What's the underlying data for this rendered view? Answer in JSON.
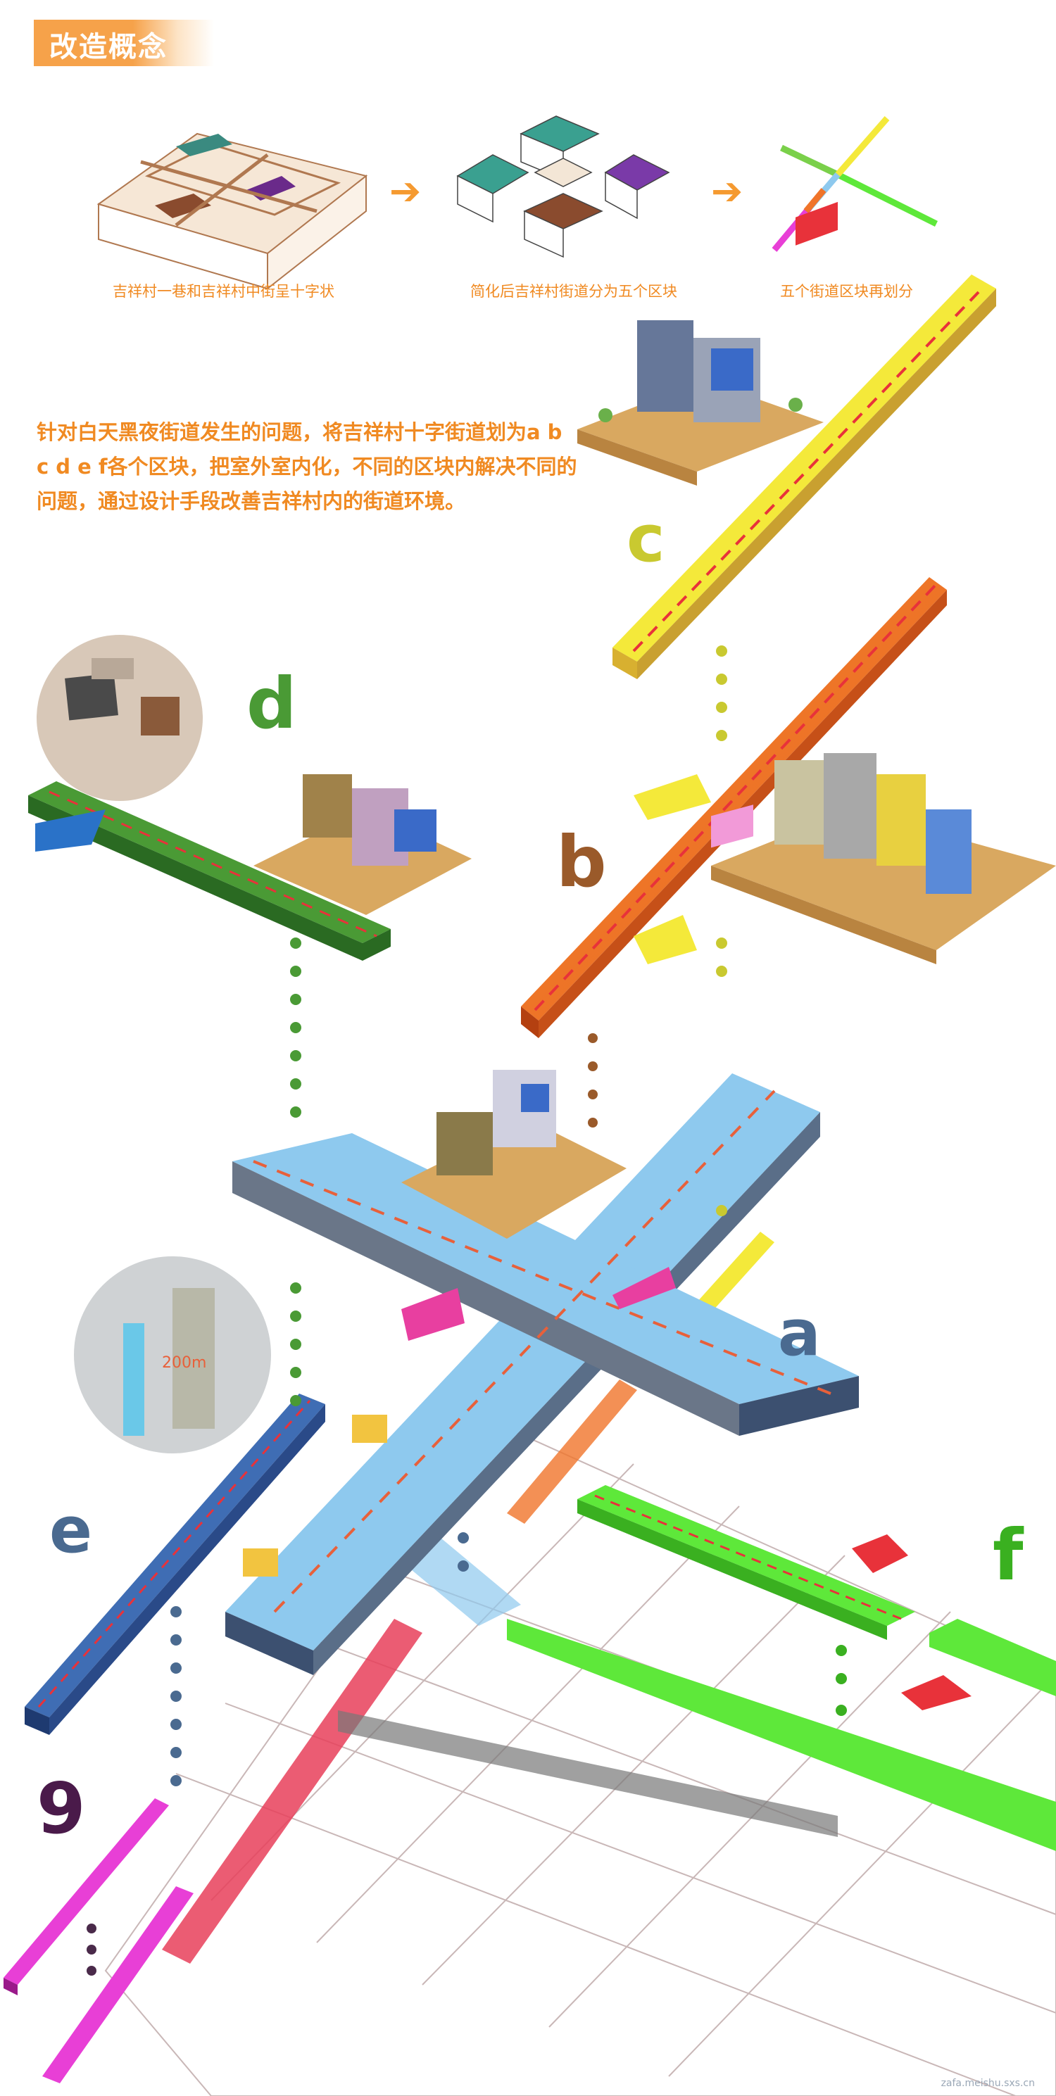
{
  "header": {
    "title": "改造概念"
  },
  "steps": [
    {
      "caption": "吉祥村一巷和吉祥村中街呈十字状"
    },
    {
      "caption": "简化后吉祥村街道分为五个区块"
    },
    {
      "caption": "五个街道区块再划分"
    }
  ],
  "description": {
    "line1": "针对白天黑夜街道发生的问题，将吉祥村十字街道划为a b",
    "line2": "c d e f各个区块，把室外室内化，不同的区块内解决不同的",
    "line3": "问题，通过设计手段改善吉祥村内的街道环境。"
  },
  "zones": {
    "a": "a",
    "b": "b",
    "c": "c",
    "d": "d",
    "e": "e",
    "f": "f",
    "g": "9"
  },
  "inset_e": {
    "distance": "200m"
  },
  "colors": {
    "accent": "#f08a22",
    "zone_a": "#8ec9ee",
    "zone_b": "#f0742a",
    "zone_c": "#f4e93a",
    "zone_d": "#3fa33a",
    "zone_e": "#3f6db4",
    "zone_f": "#5ee83a",
    "zone_g": "#e83fd6"
  },
  "watermark": "zafa.meishu.sxs.cn"
}
